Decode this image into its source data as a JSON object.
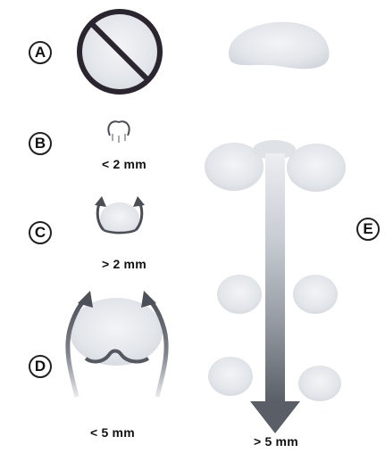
{
  "labels": {
    "a": "A",
    "b": "B",
    "c": "C",
    "d": "D",
    "e": "E"
  },
  "sizes": {
    "b": "< 2 mm",
    "c": "> 2 mm",
    "d": "< 5 mm",
    "e": "> 5 mm"
  },
  "colors": {
    "ink": "#222222",
    "blob": "#d9dde3",
    "arrow_light": "#dde0e6",
    "arrow_dark": "#5a5e66",
    "stroke_gray": "#5c5f66"
  }
}
